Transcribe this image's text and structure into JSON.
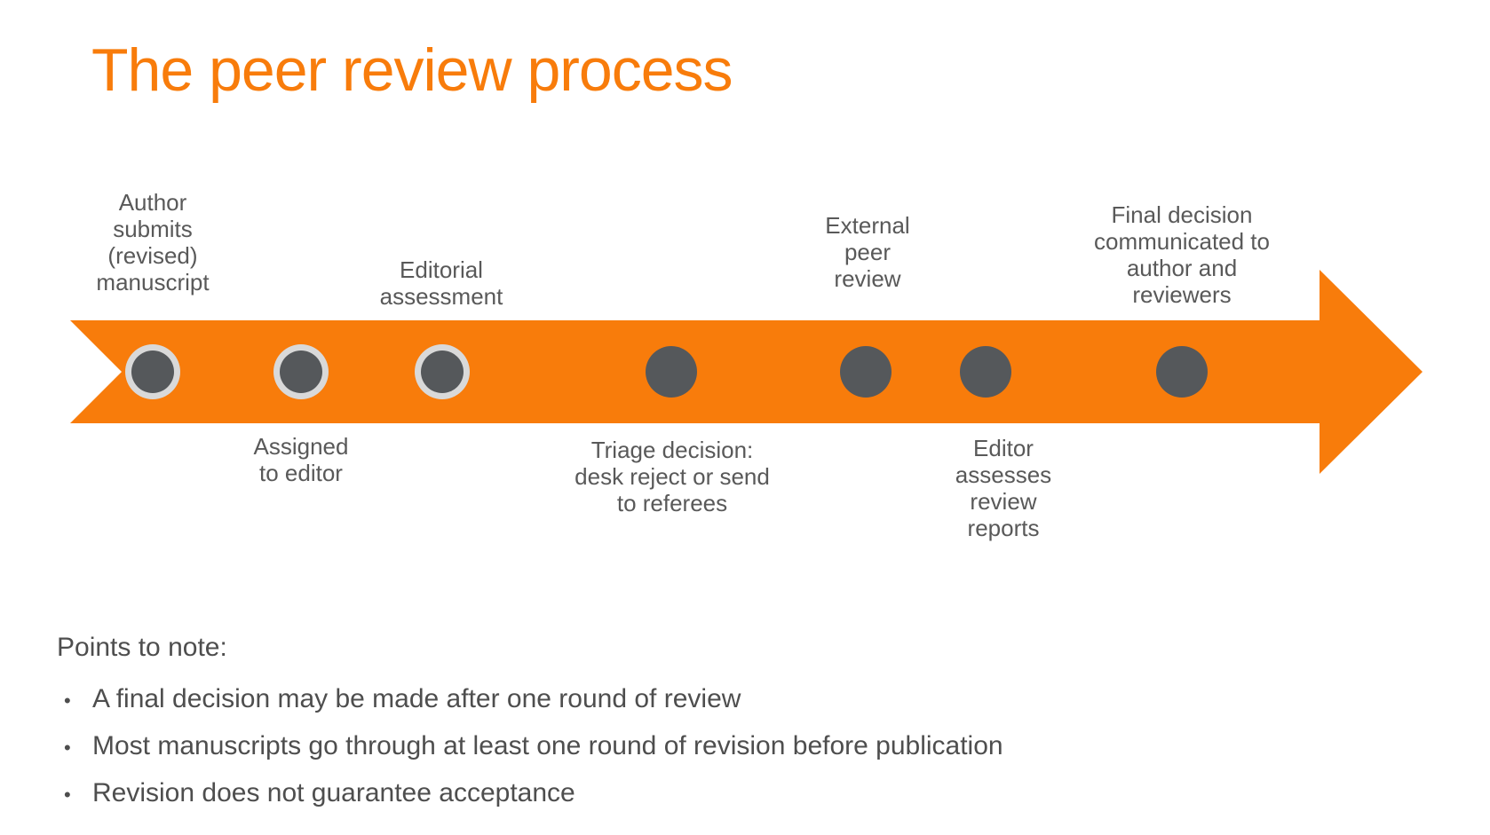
{
  "title": "The peer review process",
  "colors": {
    "accent_orange": "#F87C0B",
    "marker_gray": "#55585B",
    "ring_gray": "#D9D9D9",
    "label_text": "#595959",
    "notes_text": "#4E4E4E"
  },
  "timeline": {
    "steps": [
      {
        "label": "Author\nsubmits\n(revised)\nmanuscript",
        "side": "above",
        "ringed": true
      },
      {
        "label": "Assigned\nto editor",
        "side": "below",
        "ringed": true
      },
      {
        "label": "Editorial\nassessment",
        "side": "above",
        "ringed": true
      },
      {
        "label": "Triage decision:\ndesk reject or send\nto referees",
        "side": "below",
        "ringed": false
      },
      {
        "label": "External\npeer\nreview",
        "side": "above",
        "ringed": false
      },
      {
        "label": "Editor\nassesses\nreview\nreports",
        "side": "below",
        "ringed": false
      },
      {
        "label": "Final decision\ncommunicated to\nauthor and\nreviewers",
        "side": "above",
        "ringed": false
      }
    ]
  },
  "notes": {
    "heading": "Points to note:",
    "bullet_glyph": "•",
    "bullets": [
      "A final decision may be made after one round of review",
      "Most manuscripts go through at least one round of revision before publication",
      "Revision does not guarantee acceptance"
    ]
  }
}
